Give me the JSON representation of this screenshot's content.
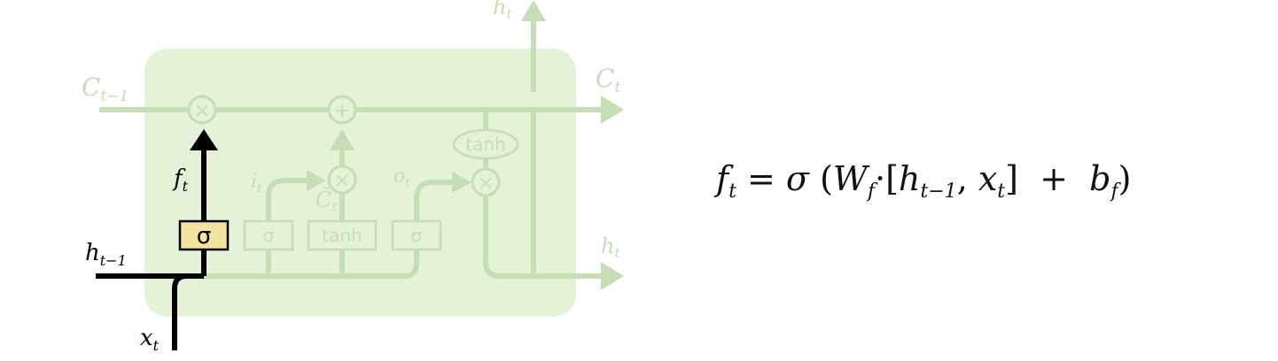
{
  "diagram": {
    "labels": {
      "c_prev": "C",
      "c_prev_sub": "t−1",
      "c_t": "C",
      "c_t_sub": "t",
      "h_top": "h",
      "h_top_sub": "t",
      "h_right": "h",
      "h_right_sub": "t",
      "h_prev": "h",
      "h_prev_sub": "t−1",
      "x_t": "x",
      "x_t_sub": "t",
      "f_t": "f",
      "f_t_sub": "t",
      "i_t": "i",
      "i_t_sub": "t",
      "o_t": "o",
      "o_t_sub": "t",
      "c_tilde": "C̃",
      "c_tilde_sub": "t"
    },
    "gates": {
      "forget": "σ",
      "input": "σ",
      "candidate": "tanh",
      "output": "σ",
      "cell_tanh": "tanh"
    },
    "ops": {
      "multiply": "×",
      "add": "+"
    },
    "colors": {
      "cell_fill": "#e4f2d8",
      "faded_line": "#c5deb3",
      "faded_text": "#c5deb3",
      "highlight_gate": "#f3e2a0",
      "active_line": "#000000"
    }
  },
  "equation": {
    "f": "f",
    "f_sub": "t",
    "eq": " = ",
    "sigma": "σ",
    "open": " (",
    "W": "W",
    "W_sub": "f",
    "dot": "·",
    "lbrack": "[",
    "h": "h",
    "h_sub": "t−1",
    "comma": ", ",
    "x": "x",
    "x_sub": "t",
    "rbrack": "]",
    "plus": "  +  ",
    "b": "b",
    "b_sub": "f",
    "close": ")"
  }
}
